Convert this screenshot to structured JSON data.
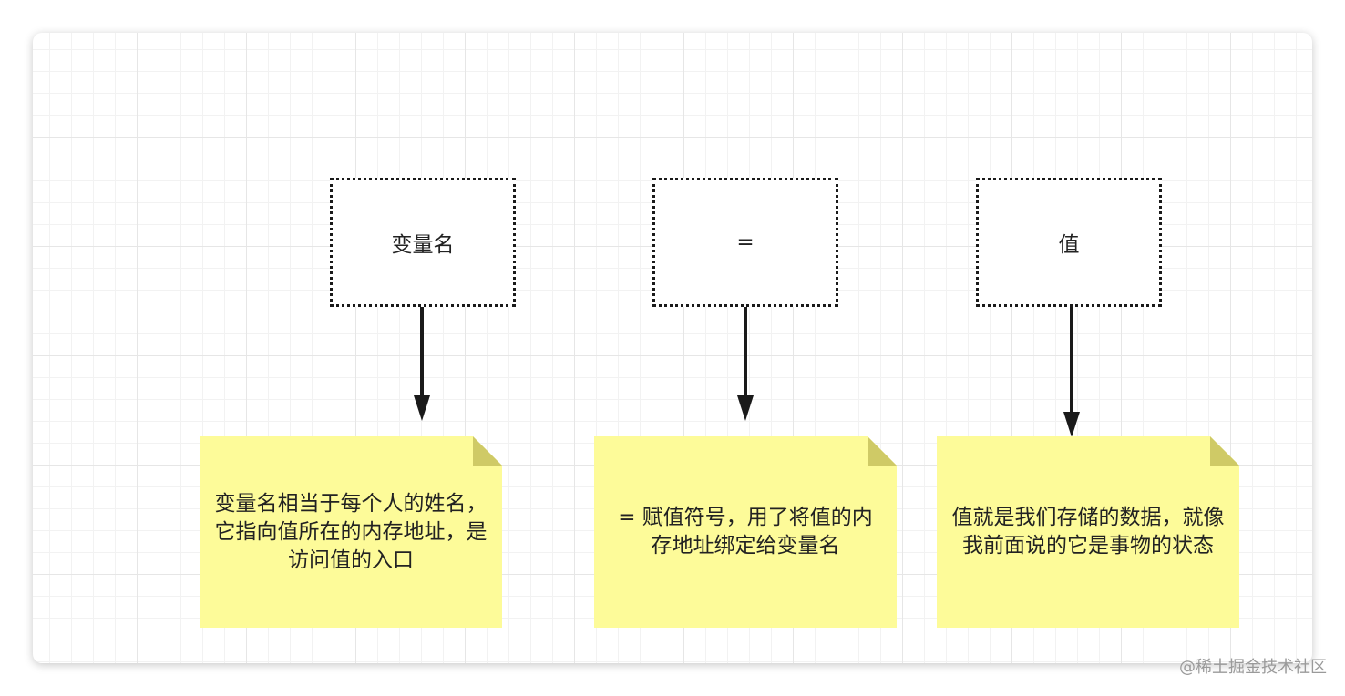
{
  "boxes": {
    "variable_name": "变量名",
    "assign": "=",
    "value": "值"
  },
  "notes": {
    "variable_name": "变量名相当于每个人的姓名，它指向值所在的内存地址，是访问值的入口",
    "assign": "= 赋值符号，用了将值的内存地址绑定给变量名",
    "value": "值就是我们存储的数据，就像我前面说的它是事物的状态"
  },
  "watermark": "@稀土掘金技术社区",
  "colors": {
    "note_fill": "#fdfb99",
    "note_fold": "#cfca66",
    "line": "#1a1a1a",
    "grid": "#e6e6e6"
  }
}
